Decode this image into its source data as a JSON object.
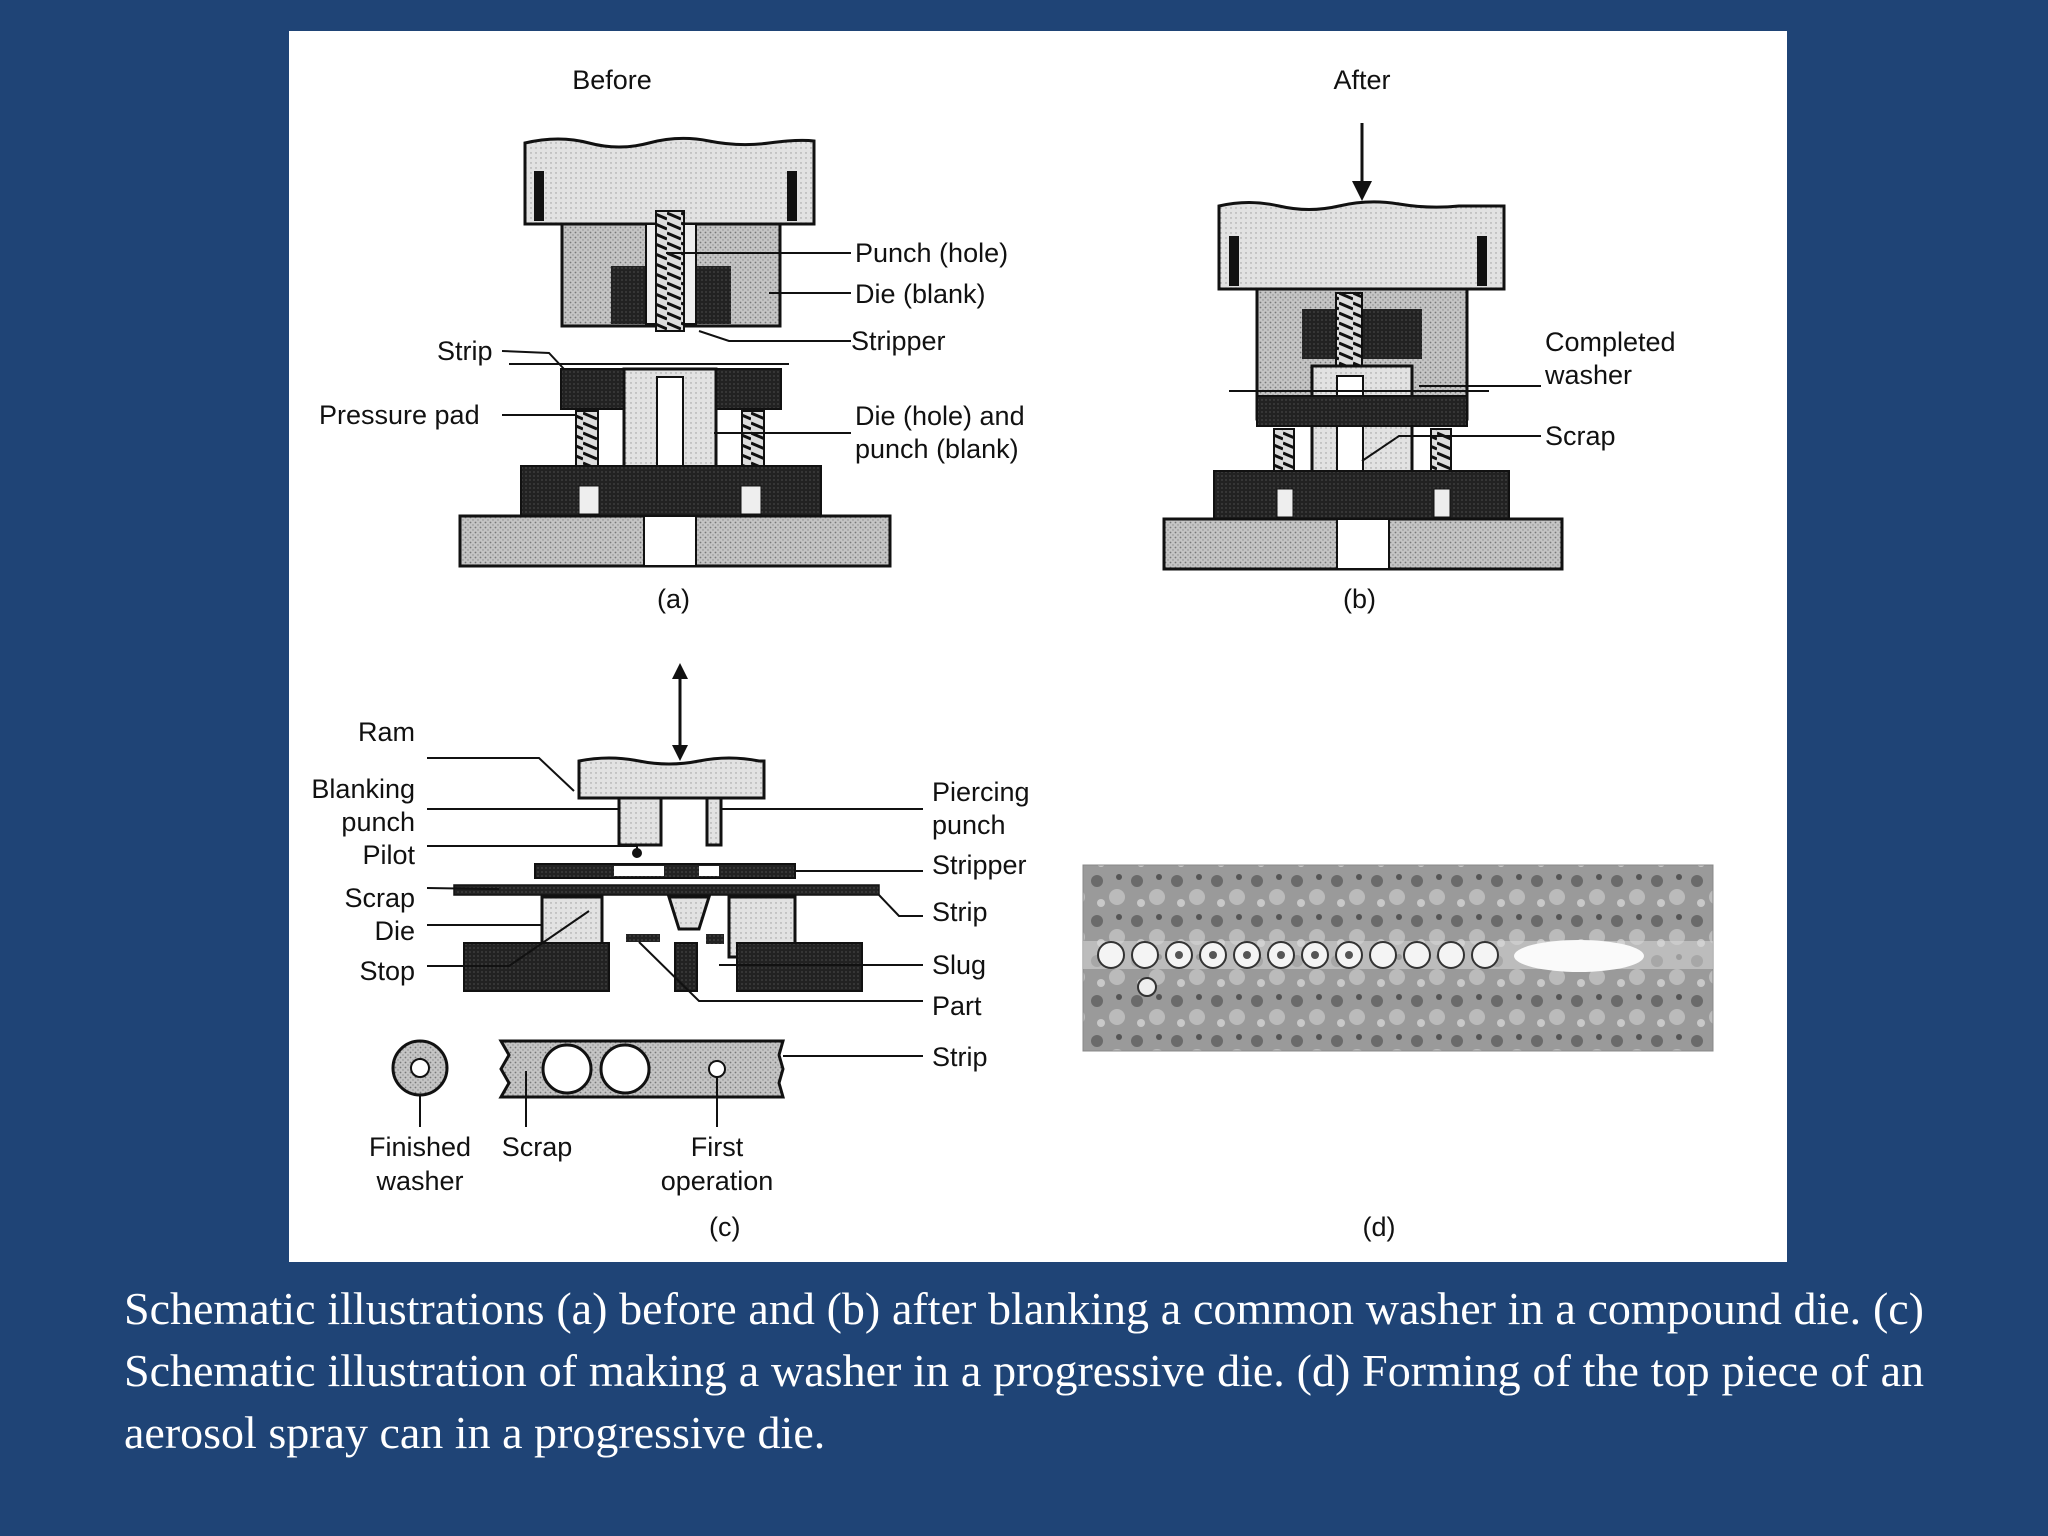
{
  "panels": {
    "a": {
      "heading": "Before",
      "tag": "(a)",
      "labels": {
        "punch_hole": "Punch (hole)",
        "die_blank": "Die (blank)",
        "stripper": "Stripper",
        "strip": "Strip",
        "pressure_pad": "Pressure pad",
        "die_hole_1": "Die (hole) and",
        "die_hole_2": "punch (blank)"
      }
    },
    "b": {
      "heading": "After",
      "tag": "(b)",
      "labels": {
        "completed_1": "Completed",
        "completed_2": "washer",
        "scrap": "Scrap"
      }
    },
    "c": {
      "tag": "(c)",
      "labels": {
        "ram": "Ram",
        "blanking_1": "Blanking",
        "blanking_2": "punch",
        "pilot": "Pilot",
        "scrap": "Scrap",
        "die": "Die",
        "stop": "Stop",
        "piercing_1": "Piercing",
        "piercing_2": "punch",
        "stripper": "Stripper",
        "strip_1": "Strip",
        "slug": "Slug",
        "part": "Part",
        "strip_2": "Strip",
        "finished_1": "Finished",
        "finished_2": "washer",
        "scrap_bottom": "Scrap",
        "first_1": "First",
        "first_2": "operation"
      }
    },
    "d": {
      "tag": "(d)"
    }
  },
  "caption": "Schematic illustrations (a) before and (b) after blanking a common washer in a compound die. (c) Schematic illustration of making a washer in a progressive die. (d) Forming of the top piece of an aerosol spray can in a progressive die."
}
